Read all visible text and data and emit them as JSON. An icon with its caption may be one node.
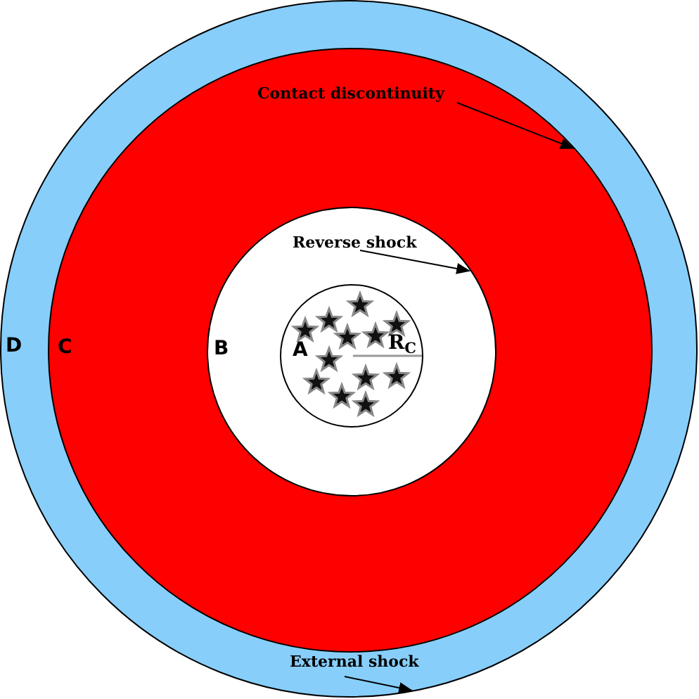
{
  "diagram": {
    "nodes": [
      {
        "text": [
          "D"
        ]
      },
      {
        "text": [
          "C"
        ],
        "in": 0
      },
      {
        "text": [
          "B"
        ],
        "in": 1
      },
      {
        "text": [
          "A",
          "R$_{C}$"
        ],
        "in": 2
      },
      {
        "text": [
          "Contact discontinuity"
        ],
        "in": 1
      },
      {
        "text": [
          "Reverse shock"
        ],
        "in": 2
      },
      {
        "text": [
          "External shock"
        ],
        "in": 0
      }
    ],
    "edges": [
      {
        "from": 4,
        "to": 1,
        "arrow": "to"
      },
      {
        "from": 5,
        "to": 2,
        "arrow": "to"
      },
      {
        "from": 6,
        "to": 0,
        "arrow": "to"
      }
    ]
  }
}
